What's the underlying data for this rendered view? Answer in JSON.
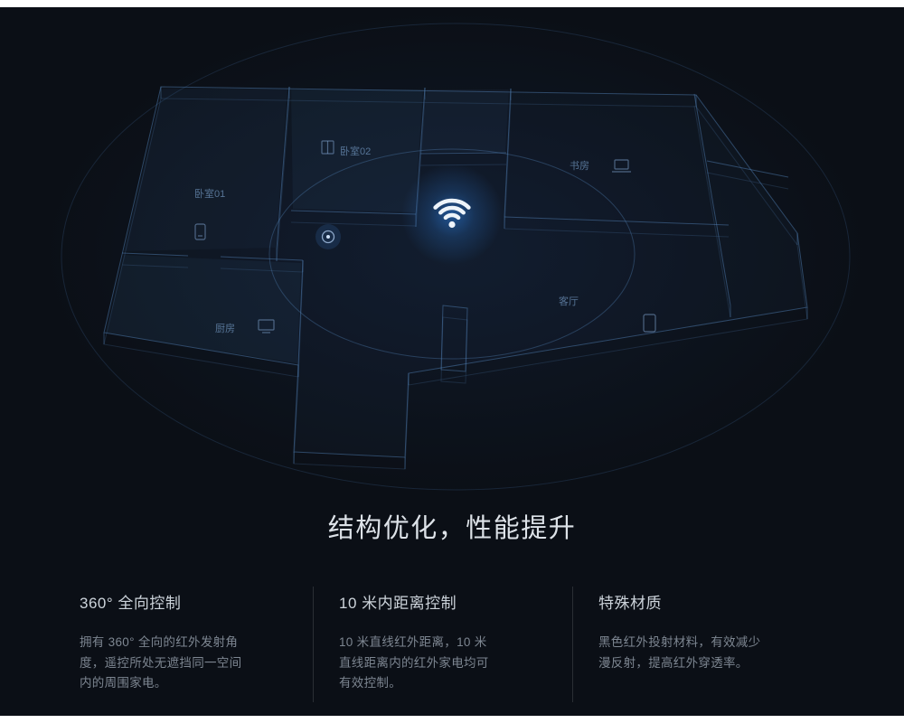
{
  "colors": {
    "background": "#0b0f16",
    "wall_line": "#4f7eb2",
    "wifi_glow": "#2f84e8",
    "wifi_icon": "#eef4fa"
  },
  "floorplan": {
    "rooms": [
      {
        "label": "卧室01"
      },
      {
        "label": "卧室02"
      },
      {
        "label": "书房"
      },
      {
        "label": "厨房"
      },
      {
        "label": "客厅"
      }
    ],
    "icons": [
      "wifi-icon",
      "phone-icon",
      "wardrobe-icon",
      "laptop-icon",
      "tv-icon",
      "tablet-icon",
      "ir-controller-icon",
      "signal-wave-ellipses"
    ]
  },
  "section": {
    "title": "结构优化，性能提升",
    "features": [
      {
        "title": "360° 全向控制",
        "body": "拥有 360° 全向的红外发射角度，遥控所处无遮挡同一空间内的周围家电。"
      },
      {
        "title": "10 米内距离控制",
        "body": "10 米直线红外距离，10 米直线距离内的红外家电均可有效控制。"
      },
      {
        "title": "特殊材质",
        "body": "黑色红外投射材料，有效减少漫反射，提高红外穿透率。"
      }
    ]
  }
}
